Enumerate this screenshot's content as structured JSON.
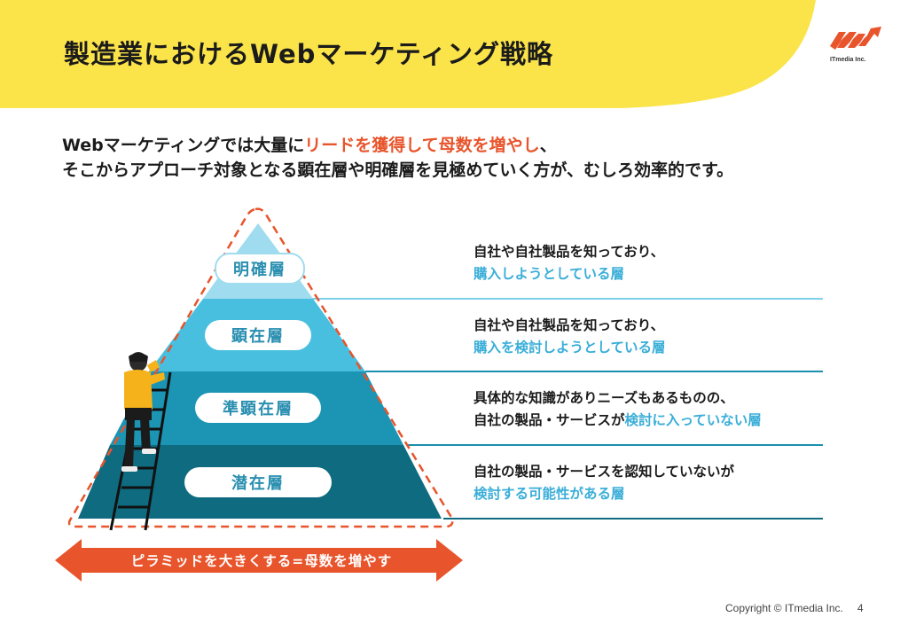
{
  "slide": {
    "title": "製造業におけるWebマーケティング戦略",
    "logo_text": "ITmedia Inc.",
    "lead": {
      "line1_a": "Webマーケティングでは大量に",
      "line1_highlight": "リードを獲得して母数を増やし",
      "line1_b": "、",
      "line2": "そこからアプローチ対象となる顕在層や明確層を見極めていく方が、むしろ効率的です。"
    },
    "layers": [
      {
        "label": "明確層",
        "desc_line1": "自社や自社製品を知っており、",
        "desc_line2_a": "",
        "desc_line2_highlight": "購入しようとしている層"
      },
      {
        "label": "顕在層",
        "desc_line1": "自社や自社製品を知っており、",
        "desc_line2_a": "",
        "desc_line2_highlight": "購入を検討しようとしている層"
      },
      {
        "label": "準顕在層",
        "desc_line1": "具体的な知識がありニーズもあるものの、",
        "desc_line2_a": "自社の製品・サービスが",
        "desc_line2_highlight": "検討に入っていない層"
      },
      {
        "label": "潜在層",
        "desc_line1": "自社の製品・サービスを認知していないが",
        "desc_line2_a": "",
        "desc_line2_highlight": "検討する可能性がある層"
      }
    ],
    "arrow_label": "ピラミッドを大きくする=母数を増やす",
    "footer": {
      "copyright": "Copyright © ITmedia Inc.",
      "page": "4"
    },
    "colors": {
      "header_yellow": "#fbe34a",
      "accent_orange": "#e8542b",
      "highlight_blue": "#3aaed8",
      "layer1": "#9fdcef",
      "layer2": "#49bfe0",
      "layer3": "#1b95b3",
      "layer4": "#0f6b80",
      "line": "#1b8fae"
    }
  }
}
